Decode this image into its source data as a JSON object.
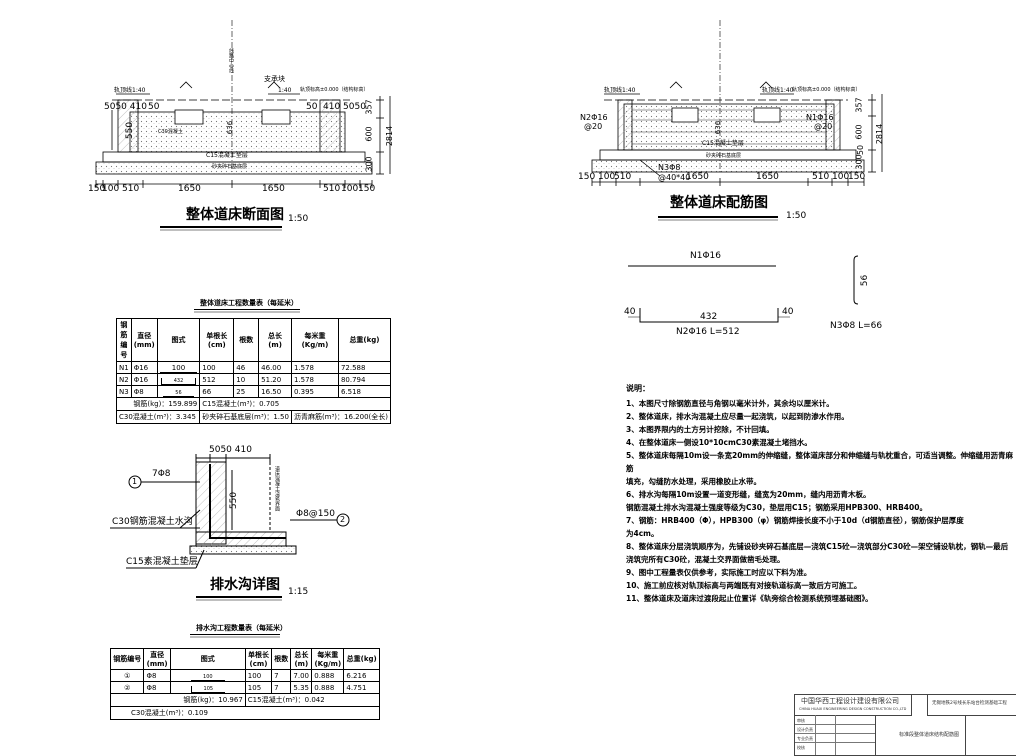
{
  "section": {
    "title": "整体道床断面图",
    "scale": "1:50",
    "dims_bottom": [
      "150",
      "100",
      "510",
      "1650",
      "1650",
      "510",
      "100",
      "150"
    ],
    "dims_top_left": "5050 410",
    "dims_top_right": "410 5050",
    "dim_50a": "50",
    "dim_50b": "50",
    "dims_right": [
      "357",
      "600",
      "300",
      "2814"
    ],
    "dim_550": "550",
    "dim_1_40a": "轨顶线1:40",
    "dim_1_40b": "1:40",
    "label_block": "支承块",
    "label_rail_center": "线路中心线",
    "label_c30": "C30混凝土",
    "label_c15": "C15混凝土垫层",
    "label_sand": "砂夹碎石基底层",
    "label_rail_top": "轨顶标高±0.000（结构标高）",
    "dim_636": "636"
  },
  "rebar": {
    "title": "整体道床配筋图",
    "scale": "1:50",
    "dims_bottom": [
      "150",
      "100",
      "510",
      "1650",
      "1650",
      "510",
      "100",
      "150"
    ],
    "n2_label": "N2Φ16",
    "n2_spacing": "@20",
    "n1_label": "N1Φ16",
    "n1_spacing": "@20",
    "n3_label": "N3Φ8",
    "n3_spacing": "@40*40",
    "dims_right": [
      "357",
      "600",
      "50",
      "300",
      "2814"
    ],
    "label_c15": "C15混凝土垫层",
    "label_sand": "砂夹碎石基底层",
    "dim_1_40a": "轨顶线1:40",
    "dim_1_40b": "轨顶线1:40",
    "label_rail_top": "轨顶标高±0.000（结构标高）",
    "dim_636": "636"
  },
  "bars": {
    "n1_label": "N1Φ16",
    "n2_left": "40",
    "n2_mid": "432",
    "n2_right": "40",
    "n2_label": "N2Φ16  L=512",
    "n3_dim": "56",
    "n3_label": "N3Φ8  L=66"
  },
  "table1": {
    "title": "整体道床工程数量表（每延米）",
    "headers": [
      "钢筋编号",
      "直径\n(mm)",
      "图式",
      "单根长\n(cm)",
      "根数",
      "总长\n(m)",
      "每米重\n(Kg/m)",
      "总重(kg)"
    ],
    "rows": [
      [
        "N1",
        "Φ16",
        "100",
        "100",
        "46",
        "46.00",
        "1.578",
        "72.588"
      ],
      [
        "N2",
        "Φ16",
        "432",
        "512",
        "10",
        "51.20",
        "1.578",
        "80.794"
      ],
      [
        "N3",
        "Φ8",
        "56",
        "66",
        "25",
        "16.50",
        "0.395",
        "6.518"
      ]
    ],
    "sum1": "钢筋(kg)：159.899",
    "sum2": "C15混凝土(m³)：0.705",
    "sum3": "C30混凝土(m³)：3.345",
    "sum4": "砂夹碎石基底层(m³)：1.50",
    "sum5": "沥青麻筋(m³)：16.200(全长)"
  },
  "drain": {
    "title": "排水沟详图",
    "scale": "1:15",
    "dims_top": "5050   410",
    "dim_550": "550",
    "label_1": "7Φ8",
    "label_2": "Φ8@150",
    "circle_1": "1",
    "circle_2": "2",
    "label_c30": "C30钢筋混凝土水沟",
    "label_c15": "C15素混凝土垫层",
    "label_vertical": "道床混凝土浇筑界面"
  },
  "table2": {
    "title": "排水沟工程数量表（每延米）",
    "headers": [
      "钢筋编号",
      "直径\n(mm)",
      "图式",
      "单根长\n(cm)",
      "根数",
      "总长\n(m)",
      "每米重\n(Kg/m)",
      "总重(kg)"
    ],
    "rows": [
      [
        "①",
        "Φ8",
        "100",
        "100",
        "7",
        "7.00",
        "0.888",
        "6.216"
      ],
      [
        "②",
        "Φ8",
        "105",
        "105",
        "7",
        "5.35",
        "0.888",
        "4.751"
      ]
    ],
    "sum1": "钢筋(kg)：10.967",
    "sum2": "C15混凝土(m³)：0.042",
    "sum3": "C30混凝土(m³)：0.109"
  },
  "notes": {
    "heading": "说明：",
    "items": [
      "1、本图尺寸除钢筋直径与角钢以毫米计外，其余均以厘米计。",
      "2、整体道床，排水沟混凝土应尽量一起浇筑，以起到防渗水作用。",
      "3、本图界限内的土方另计挖除，不计回填。",
      "4、在整体道床一侧设10*10cmC30素混凝土堵挡水。",
      "5、整体道床每隔10m设一条宽20mm的伸缩缝，整体道床部分和伸缩缝与轨枕重合，可适当调整。伸缩缝用沥青麻筋",
      "填充，勾缝防水处理，采用橡胶止水带。",
      "6、排水沟每隔10m设置一道变形缝，缝宽为20mm，缝内用沥青木板。",
      "   钢筋混凝土排水沟混凝土强度等级为C30，垫层用C15；钢筋采用HPB300、HRB400。",
      "7、钢筋：HRB400（Φ），HPB300（φ）钢筋焊接长度不小于10d（d钢筋直径），钢筋保护层厚度",
      "   为4cm。",
      "8、整体道床分层浇筑顺序为，先铺设砂夹碎石基底层—浇筑C15砼—浇筑部分C30砼—架空铺设轨枕，钢轨—最后",
      "浇筑完所有C30砼，混凝土交界面做凿毛处理。",
      "9、图中工程量表仅供参考，实际施工时应以下料为准。",
      "10、施工前应核对轨顶标高与两端既有对接轨道标高一致后方可施工。",
      "11、整体道床及道床过渡段起止位置详《轨旁综合检测系统预埋基础图》。"
    ]
  },
  "titleblock": {
    "company": "中国华西工程设计建设有限公司",
    "company_en": "CHINA HUAXI ENGINEERING DESIGN CONSTRUCTION CO.,LTD",
    "project": "无锡地铁2号线长乐站台检测基础工程",
    "drawing": "标准段整体道床结构配筋图",
    "row1": "审核",
    "row2": "设计负责",
    "row3": "专业负责",
    "row4": "校核"
  }
}
